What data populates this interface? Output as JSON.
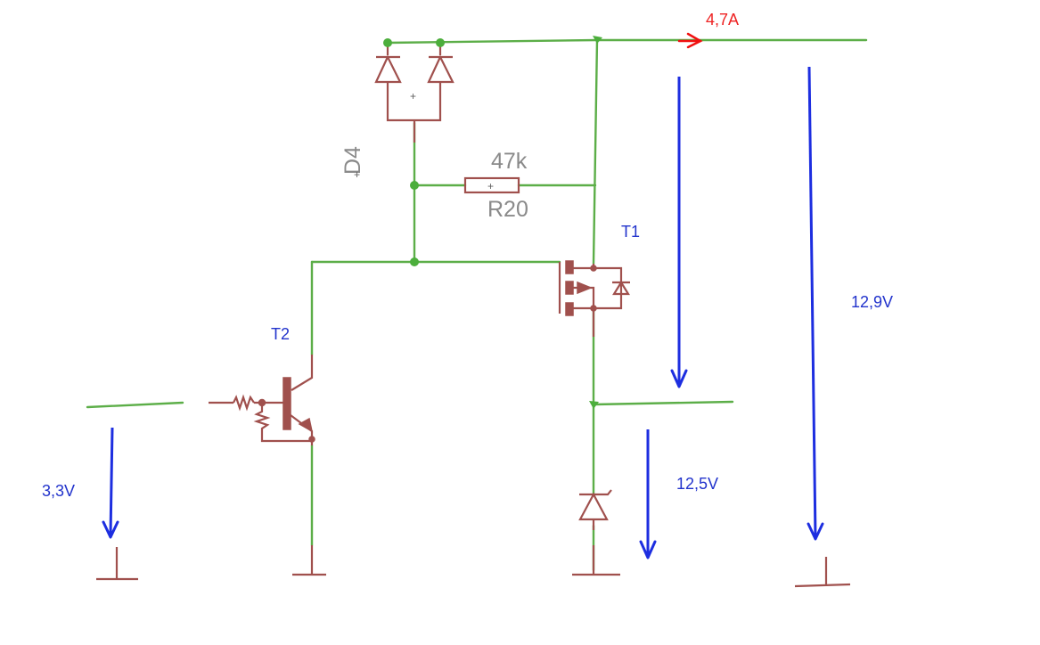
{
  "labels": {
    "current": "4,7A",
    "diode_ref": "D4",
    "resistor_value": "47k",
    "resistor_ref": "R20",
    "mosfet_ref": "T1",
    "bjt_ref": "T2",
    "input_voltage": "3,3V",
    "mid_voltage": "12,5V",
    "supply_voltage": "12,9V"
  },
  "colors": {
    "wire": "#5cae48",
    "component": "#a0504d",
    "annotation_blue": "#1d2ee0",
    "annotation_red": "#f01010"
  }
}
